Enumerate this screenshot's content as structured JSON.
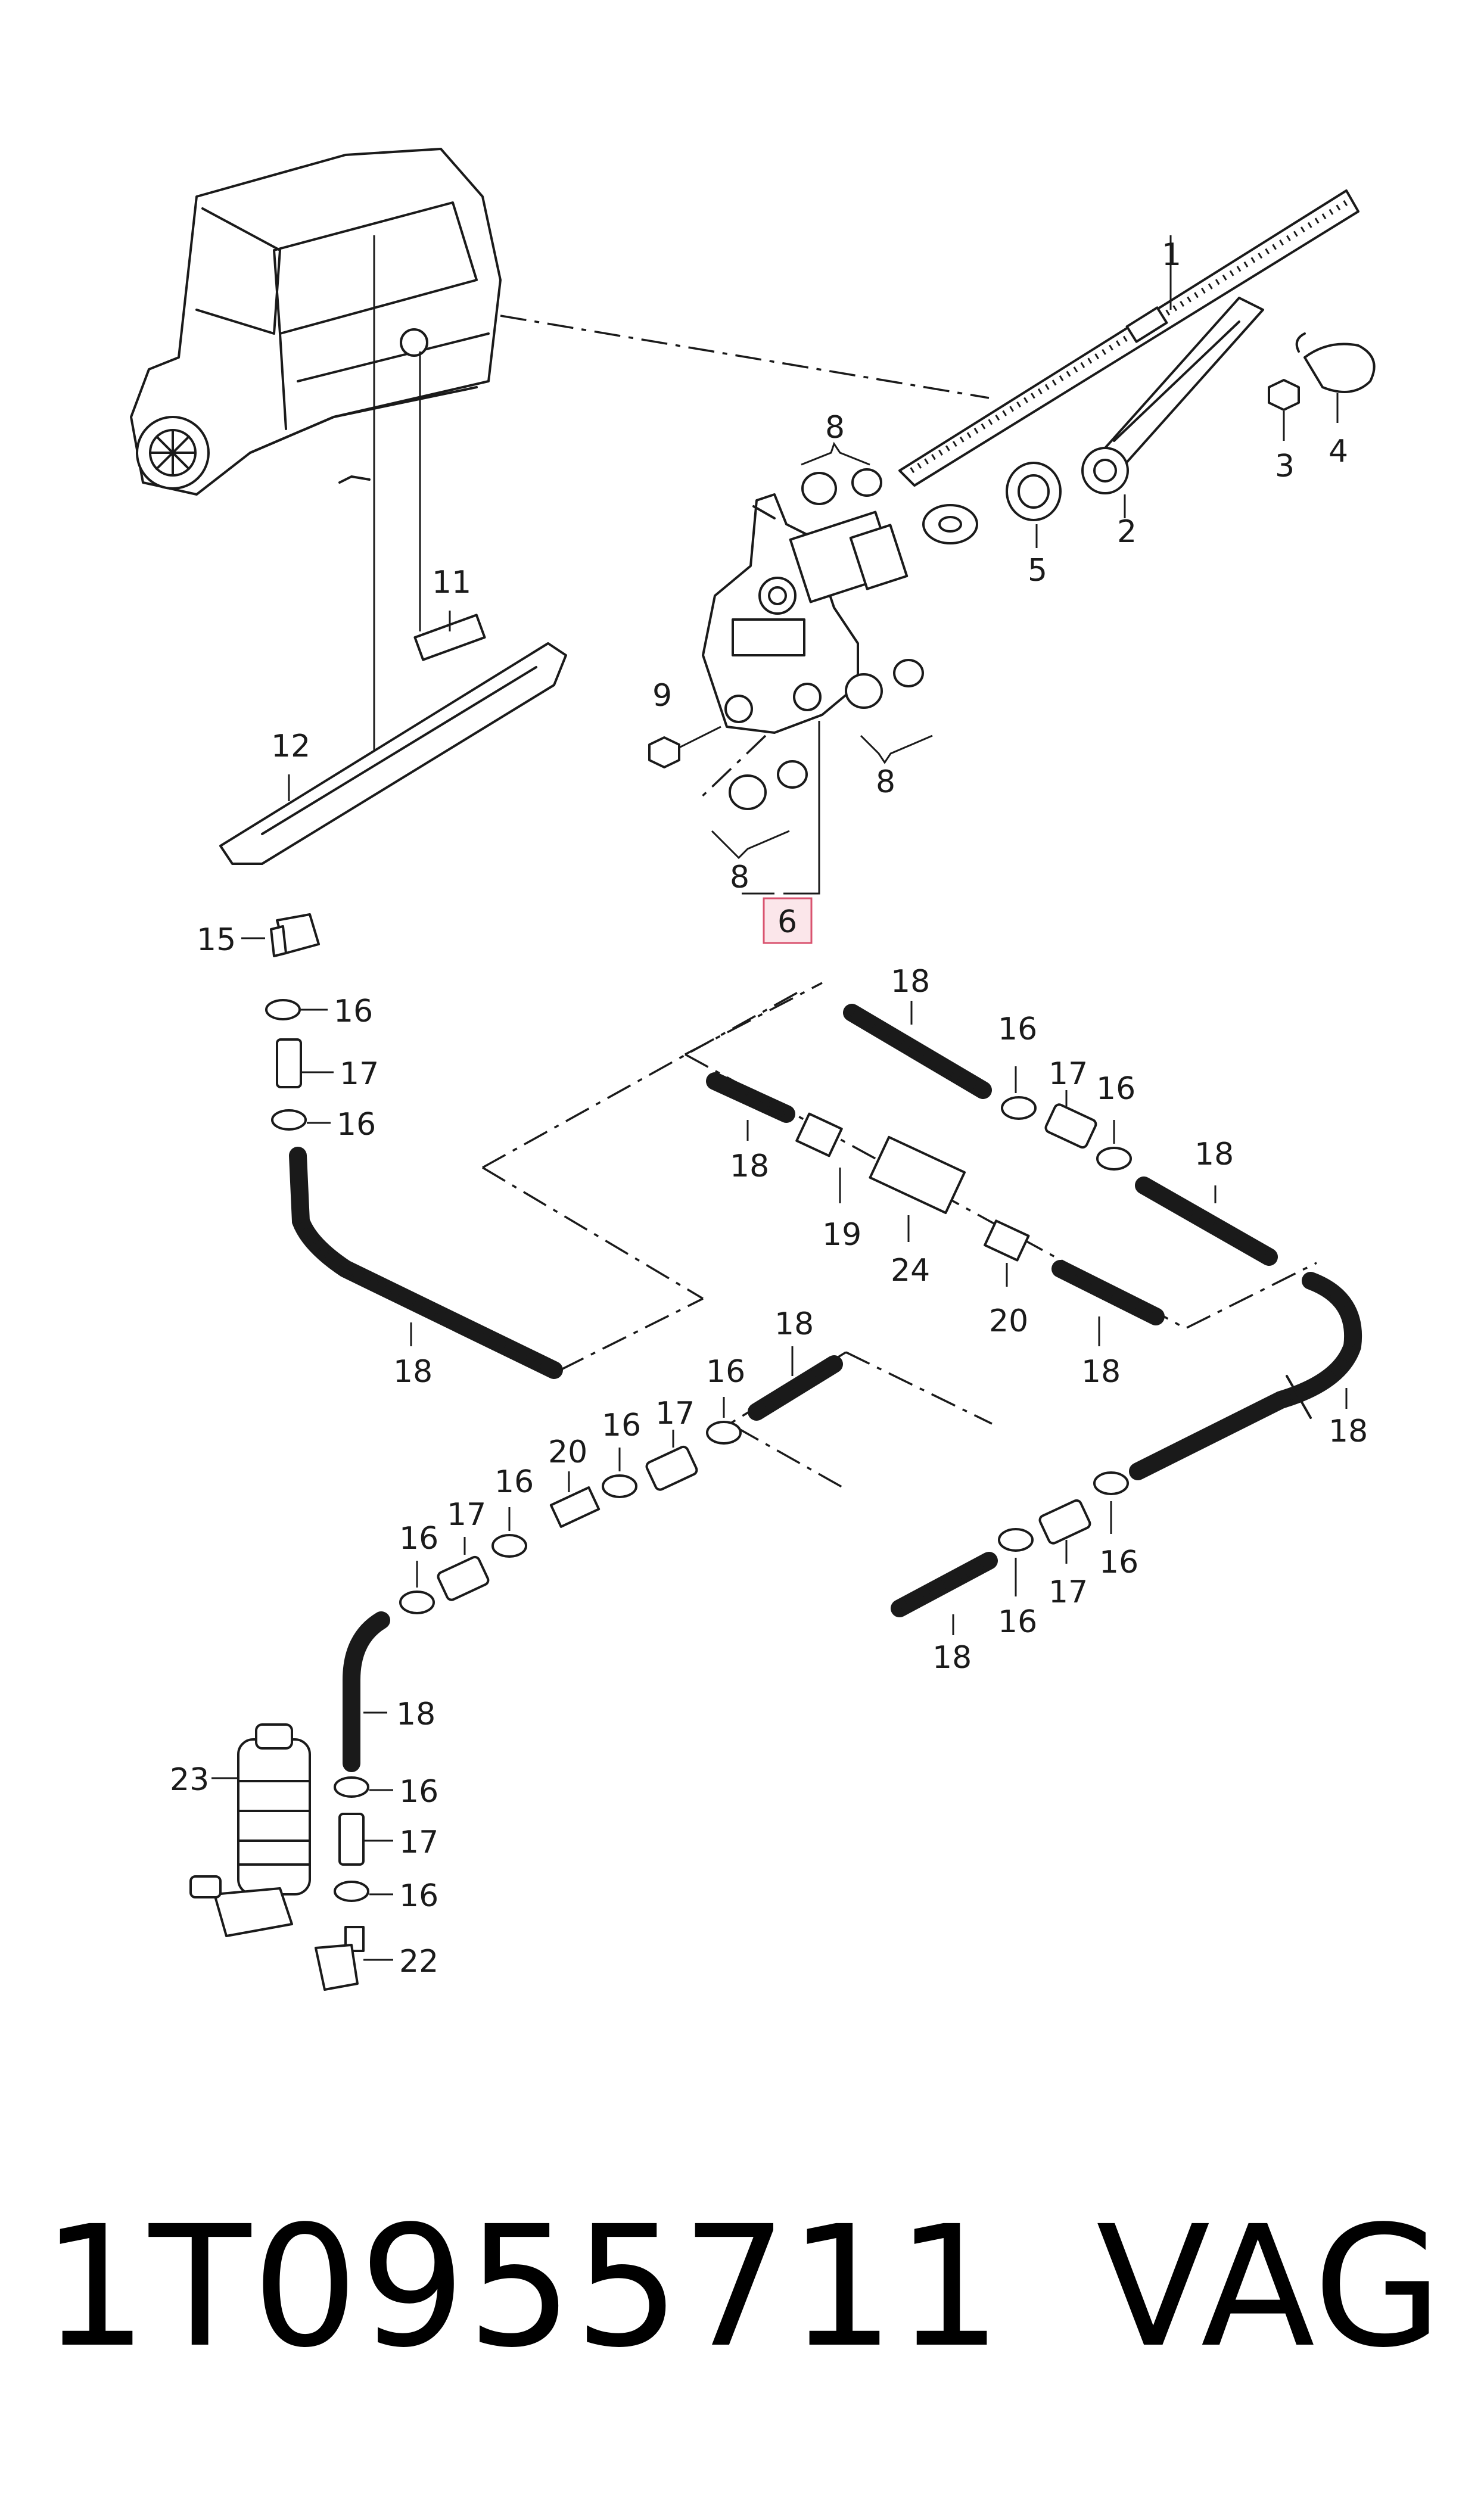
{
  "callouts": {
    "c1": "1",
    "c2": "2",
    "c3": "3",
    "c4": "4",
    "c5": "5",
    "c6": "6",
    "c8": "8",
    "c9": "9",
    "c11": "11",
    "c12": "12",
    "c15": "15",
    "c16": "16",
    "c17": "17",
    "c18": "18",
    "c19": "19",
    "c20": "20",
    "c22": "22",
    "c23": "23",
    "c24": "24"
  },
  "highlighted_callout": "6",
  "footer": {
    "part_number": "1T0955711",
    "brand": "VAG"
  }
}
